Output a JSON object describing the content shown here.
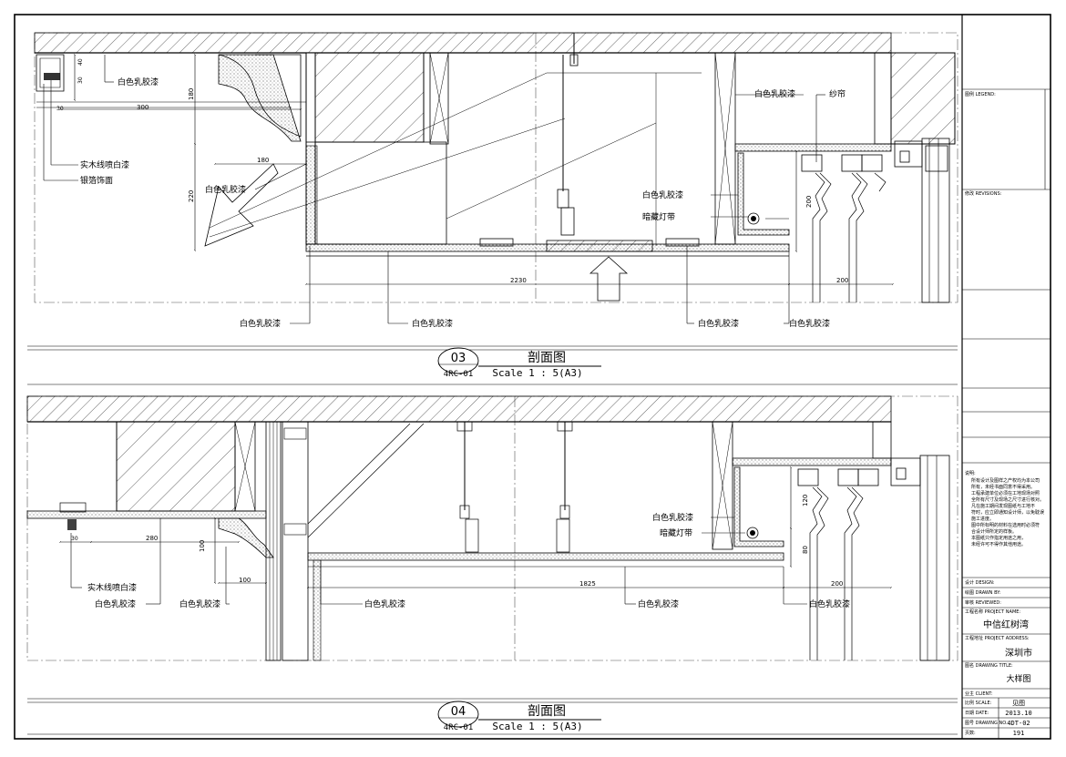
{
  "section_03": {
    "number": "03",
    "sheet_ref": "4RC-01",
    "title": "剖面图",
    "scale": "Scale 1 : 5(A3)",
    "labels": {
      "paint_top_left": "白色乳胶漆",
      "wood_line": "实木线喷白漆",
      "silver_foil": "银箔饰面",
      "paint_mid_left": "白色乳胶漆",
      "paint_right_top": "白色乳胶漆",
      "sheer_curtain": "纱帘",
      "paint_right_mid": "白色乳胶漆",
      "hidden_light": "暗藏灯带",
      "paint_bottom_1": "白色乳胶漆",
      "paint_bottom_2": "白色乳胶漆",
      "paint_bottom_3": "白色乳胶漆",
      "paint_bottom_4": "白色乳胶漆"
    },
    "dims": {
      "d40": "40",
      "d30a": "30",
      "d30b": "30",
      "d300": "300",
      "d180v": "180",
      "d180h": "180",
      "d220": "220",
      "d2230": "2230",
      "d200v": "200",
      "d200h": "200"
    }
  },
  "section_04": {
    "number": "04",
    "sheet_ref": "4RC-01",
    "title": "剖面图",
    "scale": "Scale 1 : 5(A3)",
    "labels": {
      "wood_line": "实木线喷白漆",
      "paint_left_1": "白色乳胶漆",
      "paint_left_2": "白色乳胶漆",
      "paint_right_top": "白色乳胶漆",
      "hidden_light": "暗藏灯带",
      "paint_bottom_1": "白色乳胶漆",
      "paint_bottom_2": "白色乳胶漆",
      "paint_bottom_3": "白色乳胶漆"
    },
    "dims": {
      "d30": "30",
      "d280": "280",
      "d100v": "100",
      "d100h": "100",
      "d120": "120",
      "d80": "80",
      "d1825": "1825",
      "d200": "200"
    }
  },
  "title_block": {
    "legend": "图例 LEGEND:",
    "revisions": "修改 REVISIONS:",
    "notes_title": "说明:",
    "notes": [
      "所有设计及图样之产权均为本公司",
      "所有，未经书面同意不得采用。",
      "工程承建单位必须在工地现场对照",
      "全所有尺寸及现场之尺寸进行核对。",
      "凡在施工期间发现图纸与工地不",
      "符时，应立即通知设计师，以免耽误",
      "施工进度。",
      "图中所标明的材料在选用时必须符",
      "合设计师所定的样板。",
      "本图纸只作指定用途之用，",
      "未经许可不得作其他用途。"
    ],
    "design": "设计 DESIGN:",
    "drawn_by": "绘图 DRAWN BY:",
    "reviewed": "审核 REVIEWED:",
    "project_name_label": "工程名称 PROJECT NAME:",
    "project_name": "中信红树湾",
    "project_address_label": "工程地址 PROJECT ADDRESS:",
    "project_address": "深圳市",
    "drawing_title_label": "图名 DRAWING TITLE:",
    "drawing_title": "大样图",
    "client_label": "业主 CLIENT:",
    "scale_label": "比例 SCALE:",
    "scale_value": "见图",
    "date_label": "日期 DATE:",
    "date_value": "2013.10",
    "drawing_no_label": "图号 DRAWING NO.:",
    "drawing_no": "4DT-02",
    "page_label": "页数:",
    "page": "191"
  }
}
